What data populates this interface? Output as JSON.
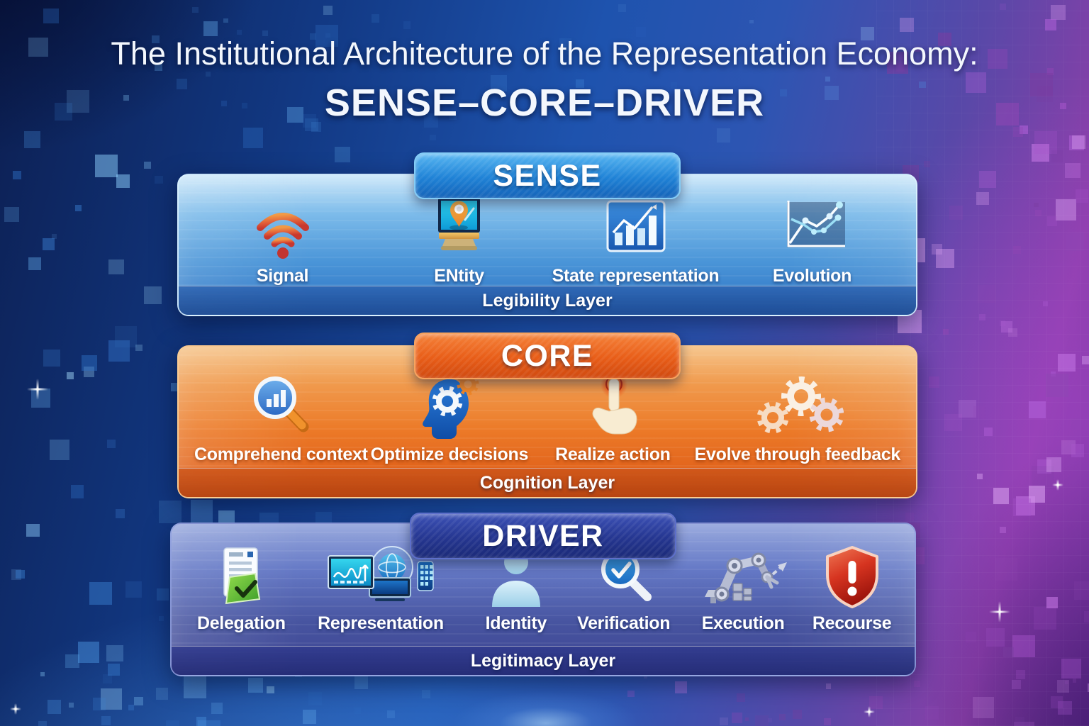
{
  "title": {
    "line1": "The Institutional Architecture of the Representation Economy:",
    "line2": "SENSE–CORE–DRIVER"
  },
  "panels": [
    {
      "name": "sense",
      "header": "SENSE",
      "layer_label": "Legibility Layer",
      "accent": "#1f82d6",
      "items": [
        {
          "label": "Signal",
          "icon": "wifi-signal-icon"
        },
        {
          "label": "ENtity",
          "icon": "laptop-location-pin-icon"
        },
        {
          "label": "State representation",
          "icon": "bar-chart-icon"
        },
        {
          "label": "Evolution",
          "icon": "line-chart-icon"
        }
      ]
    },
    {
      "name": "core",
      "header": "CORE",
      "layer_label": "Cognition Layer",
      "accent": "#e85d18",
      "items": [
        {
          "label": "Comprehend context",
          "icon": "magnifier-bar-chart-icon"
        },
        {
          "label": "Optimize decisions",
          "icon": "head-gears-icon"
        },
        {
          "label": "Realize action",
          "icon": "hand-press-button-icon"
        },
        {
          "label": "Evolve through feedback",
          "icon": "three-gears-icon"
        }
      ]
    },
    {
      "name": "driver",
      "header": "DRIVER",
      "layer_label": "Legitimacy Layer",
      "accent": "#253690",
      "items": [
        {
          "label": "Delegation",
          "icon": "document-checkmark-icon"
        },
        {
          "label": "Representation",
          "icon": "monitor-globe-phone-icon"
        },
        {
          "label": "Identity",
          "icon": "person-silhouette-icon"
        },
        {
          "label": "Verification",
          "icon": "magnifier-check-icon"
        },
        {
          "label": "Execution",
          "icon": "robot-arm-icon"
        },
        {
          "label": "Recourse",
          "icon": "shield-exclamation-icon"
        }
      ]
    }
  ]
}
